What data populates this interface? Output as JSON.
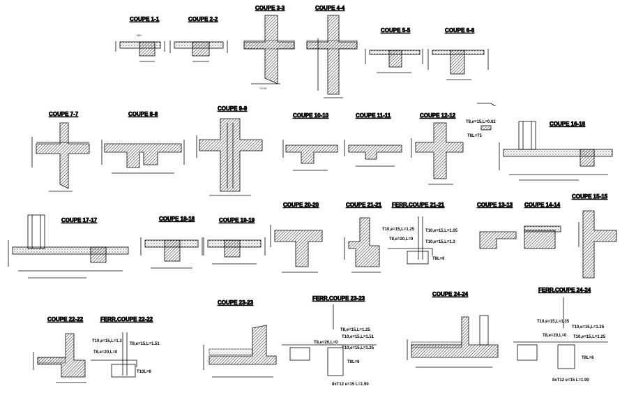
{
  "sections": {
    "s1": {
      "title": "COUPE 1-1"
    },
    "s2": {
      "title": "COUPE 2-2"
    },
    "s3": {
      "title": "COUPE 3-3"
    },
    "s4": {
      "title": "COUPE 4-4"
    },
    "s5": {
      "title": "COUPE 5-5"
    },
    "s6": {
      "title": "COUPE 6-6"
    },
    "s7": {
      "title": "COUPE 7-7"
    },
    "s8": {
      "title": "COUPE 8-8"
    },
    "s9": {
      "title": "COUPE 9-9"
    },
    "s10": {
      "title": "COUPE 10-10"
    },
    "s11": {
      "title": "COUPE 11-11"
    },
    "s12": {
      "title": "COUPE 12-12"
    },
    "s16": {
      "title": "COUPE 16-16"
    },
    "s17": {
      "title": "COUPE 17-17"
    },
    "s18": {
      "title": "COUPE 18-18"
    },
    "s19": {
      "title": "COUPE 19-19"
    },
    "s20": {
      "title": "COUPE 20-20"
    },
    "s21": {
      "title": "COUPE 21-21"
    },
    "f21": {
      "title": "FERR.COUPE 21-21"
    },
    "s13": {
      "title": "COUPE 13-13"
    },
    "s14": {
      "title": "COUPE 14-14"
    },
    "s15": {
      "title": "COUPE 15-15"
    },
    "s22": {
      "title": "COUPE 22-22"
    },
    "f22": {
      "title": "FERR.COUPE 22-22"
    },
    "s23": {
      "title": "COUPE 23-23"
    },
    "f23": {
      "title": "FERR.COUPE 23-23"
    },
    "s24": {
      "title": "COUPE 24-24"
    },
    "f24": {
      "title": "FERR.COUPE 24-24"
    }
  },
  "labels": {
    "n12": [
      "T8,e=15,L=0.62",
      "T8L=75"
    ],
    "f21": [
      "T10,e=15,L=1.25",
      "T10,e=15,L=1.05",
      "T8,e=20,L=0",
      "T10,e=15,L=1.3",
      "T8L=6"
    ],
    "f22": [
      "T10,e=15,L=1.3",
      "T8,e=15,L=1.51",
      "T8,e=20,L=0",
      "T10L=6"
    ],
    "f23": [
      "T8,e=15,L=1.25",
      "T10,e=15,L=1.51",
      "T8,e=20,L=0",
      "T10,e=15,L=1.25",
      "T8L=6",
      "8xT12 e=15 L=1.90"
    ],
    "f24": [
      "T10,e=15,L=1.35",
      "T10,e=15,L=1.25",
      "T8,e=20,L=0",
      "T10,e=15,L=1.25",
      "T8L=6",
      "8xT12 e=15 L=1.90"
    ]
  }
}
